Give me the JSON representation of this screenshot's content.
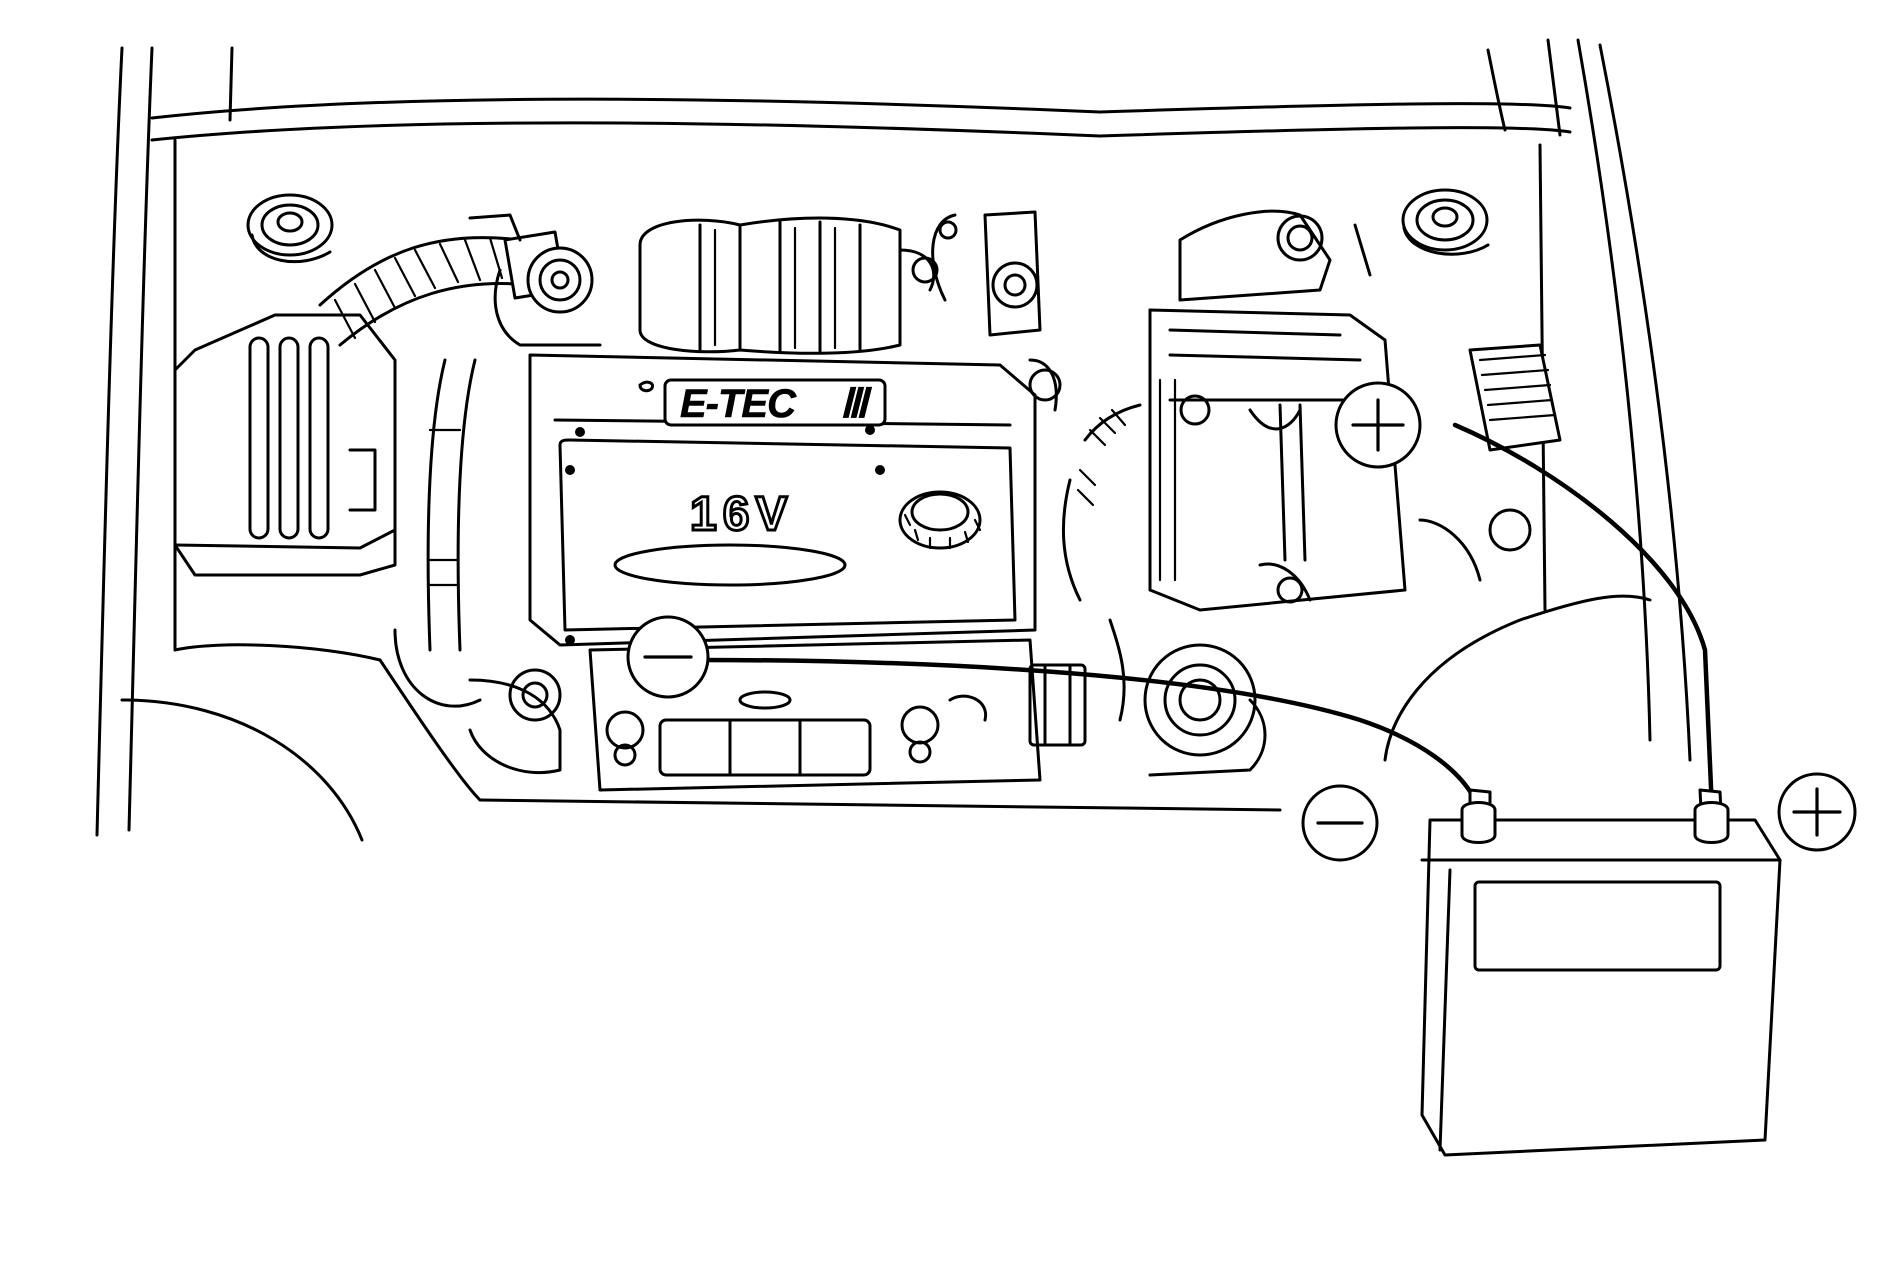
{
  "engine_badge": "E-TEC",
  "engine_badge_suffix": "Ⅲ",
  "valve_cover_label": "16V",
  "terminals": {
    "vehicle_positive": "+",
    "vehicle_negative": "−",
    "booster_positive": "+",
    "booster_negative": "−"
  },
  "colors": {
    "line": "#000000",
    "background": "#ffffff"
  }
}
